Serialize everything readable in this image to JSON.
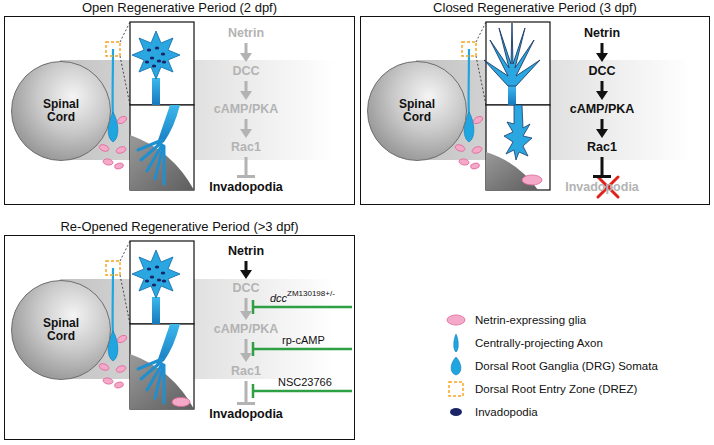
{
  "diagram": {
    "nodes": [
      {
        "text": [
          "Open Regenerative Period (2 dpf)"
        ]
      },
      {
        "text": [
          "Spinal Cord"
        ],
        "in": 0
      },
      {
        "text": [
          "Netrin"
        ],
        "in": 0
      },
      {
        "text": [
          "DCC"
        ],
        "in": 0
      },
      {
        "text": [
          "cAMP/PKA"
        ],
        "in": 0
      },
      {
        "text": [
          "Rac1"
        ],
        "in": 0
      },
      {
        "text": [
          "Invadopodia"
        ],
        "in": 0
      },
      {
        "text": [
          "Closed Regenerative Period (3 dpf)"
        ]
      },
      {
        "text": [
          "Spinal Cord"
        ],
        "in": 7
      },
      {
        "text": [
          "Netrin"
        ],
        "in": 7
      },
      {
        "text": [
          "DCC"
        ],
        "in": 7
      },
      {
        "text": [
          "cAMP/PKA"
        ],
        "in": 7
      },
      {
        "text": [
          "Rac1"
        ],
        "in": 7
      },
      {
        "text": [
          "Invadopodia"
        ],
        "in": 7
      },
      {
        "text": [
          "Re-Opened Regenerative Period (>3 dpf)"
        ]
      },
      {
        "text": [
          "Spinal Cord"
        ],
        "in": 14
      },
      {
        "text": [
          "Netrin"
        ],
        "in": 14
      },
      {
        "text": [
          "DCC"
        ],
        "in": 14
      },
      {
        "text": [
          "cAMP/PKA"
        ],
        "in": 14
      },
      {
        "text": [
          "Rac1"
        ],
        "in": 14
      },
      {
        "text": [
          "Invadopodia"
        ],
        "in": 14
      }
    ],
    "edges": [
      {
        "from": 2,
        "to": 3,
        "arrow": "to"
      },
      {
        "from": 3,
        "to": 4,
        "arrow": "to"
      },
      {
        "from": 4,
        "to": 5,
        "arrow": "to"
      },
      {
        "from": 5,
        "to": 6,
        "arrow": "to"
      },
      {
        "from": 9,
        "to": 10,
        "arrow": "to"
      },
      {
        "from": 10,
        "to": 11,
        "arrow": "to"
      },
      {
        "from": 11,
        "to": 12,
        "arrow": "to"
      },
      {
        "from": 12,
        "to": 13,
        "arrow": "to"
      },
      {
        "from": 16,
        "to": 17,
        "arrow": "to"
      },
      {
        "from": 17,
        "to": 18,
        "arrow": "to"
      },
      {
        "from": 18,
        "to": 19,
        "arrow": "to"
      },
      {
        "from": 19,
        "to": 20,
        "arrow": "to"
      }
    ],
    "labels": [
      "dcc",
      "ZM130198+/-",
      "rp-cAMP",
      "NSC23766"
    ],
    "legend": [
      {
        "text": "Netrin-expressing glia"
      },
      {
        "text": "Centrally-projecting Axon"
      },
      {
        "text": "Dorsal Root Ganglia (DRG) Somata"
      },
      {
        "text": "Dorsal Root Entry Zone (DREZ)"
      },
      {
        "text": "Invadopodia"
      }
    ]
  }
}
